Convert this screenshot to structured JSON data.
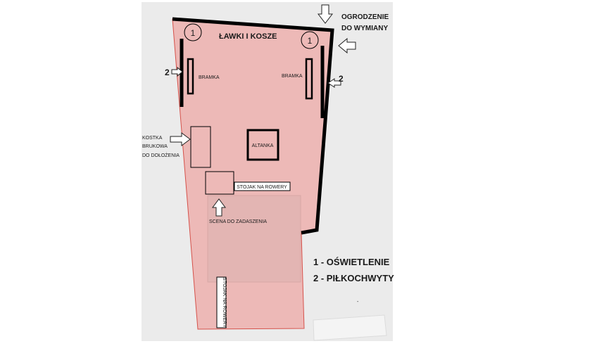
{
  "labels": {
    "fence": [
      "OGRODZENIE",
      "DO WYMIANY"
    ],
    "benches": "ŁAWKI I KOSZE",
    "goal_left": "BRAMKA",
    "goal_right": "BRAMKA",
    "gazebo": "ALTANKA",
    "paving": [
      "KOSTKA",
      "BRUKOWA",
      "DO DOŁOŻENIA"
    ],
    "bike_rack_top": "STOJAK NA ROWERY",
    "stage": "SCENA DO ZADASZENIA",
    "bike_rack_bottom": "STOJAK NA ROWERY"
  },
  "markers": {
    "lighting": "1",
    "ball_nets": "2"
  },
  "legend": [
    "1 - OŚWIETLENIE",
    "2 - PIŁKOCHWYTY"
  ],
  "dot": "-",
  "colors": {
    "background": "#ebebeb",
    "area_fill": "#edb9b7",
    "area_stroke": "#d5514a",
    "stage_fill": "#e3b5b3",
    "fence": "#000000"
  }
}
